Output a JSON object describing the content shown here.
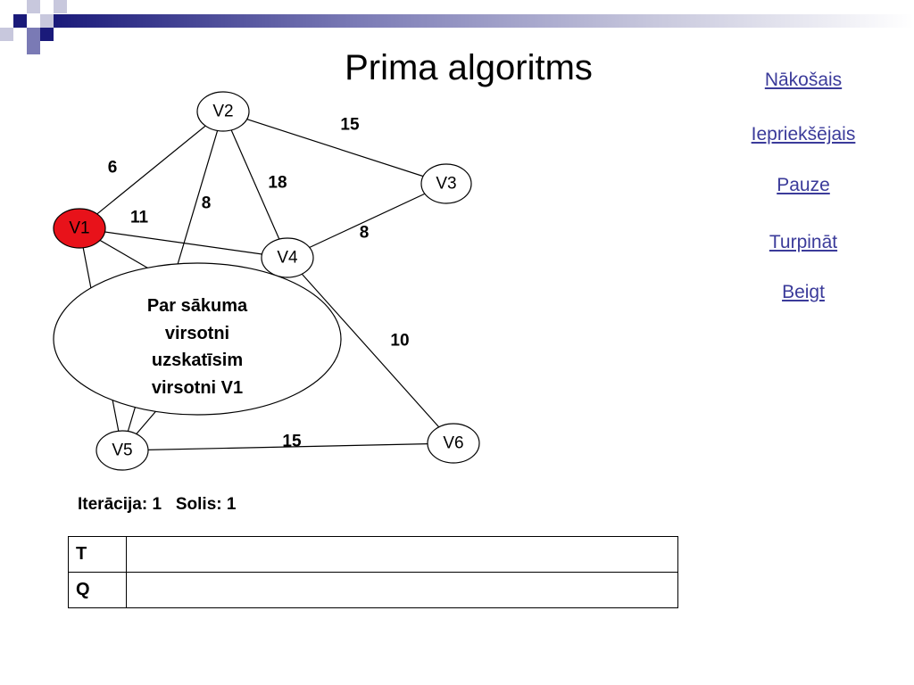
{
  "header": {
    "title": "Prima algoritms",
    "colors": {
      "dark": "#1a1a7a",
      "mid": "#7a7ab5",
      "light": "#c8c8dd"
    }
  },
  "nav": {
    "items": [
      {
        "label": "Nākošais"
      },
      {
        "label": "Iepriekšējais"
      },
      {
        "label": "Pauze "
      },
      {
        "label": "Turpināt "
      },
      {
        "label": "Beigt"
      }
    ]
  },
  "graph": {
    "colors": {
      "current_node": "#e8121a",
      "node": "#ffffff",
      "edge": "#000000"
    },
    "nodes": [
      {
        "id": "V1",
        "label": "V1",
        "current": true
      },
      {
        "id": "V2",
        "label": "V2",
        "current": false
      },
      {
        "id": "V3",
        "label": "V3",
        "current": false
      },
      {
        "id": "V4",
        "label": "V4",
        "current": false
      },
      {
        "id": "V5",
        "label": "V5",
        "current": false
      },
      {
        "id": "V6",
        "label": "V6",
        "current": false
      }
    ],
    "edges": [
      {
        "from": "V1",
        "to": "V2",
        "weight": "6"
      },
      {
        "from": "V2",
        "to": "V3",
        "weight": "15"
      },
      {
        "from": "V2",
        "to": "V4",
        "weight": "18"
      },
      {
        "from": "V2",
        "to": "V5",
        "weight": "8"
      },
      {
        "from": "V1",
        "to": "V4",
        "weight": "11"
      },
      {
        "from": "V3",
        "to": "V4",
        "weight": "8"
      },
      {
        "from": "V4",
        "to": "V6",
        "weight": "10"
      },
      {
        "from": "V5",
        "to": "V6",
        "weight": "15"
      },
      {
        "from": "V1",
        "to": "V5",
        "weight": ""
      },
      {
        "from": "V4",
        "to": "V5",
        "weight": ""
      }
    ],
    "callout": {
      "lines": [
        "Par sākuma",
        "virsotni",
        "uzskatīsim",
        "virsotni V1"
      ]
    }
  },
  "status": {
    "iteration_label": "Iterācija:",
    "iteration_value": "1",
    "step_label": "Solis:",
    "step_value": "1"
  },
  "table": {
    "rows": [
      {
        "key": "T",
        "value": ""
      },
      {
        "key": "Q",
        "value": ""
      }
    ]
  }
}
